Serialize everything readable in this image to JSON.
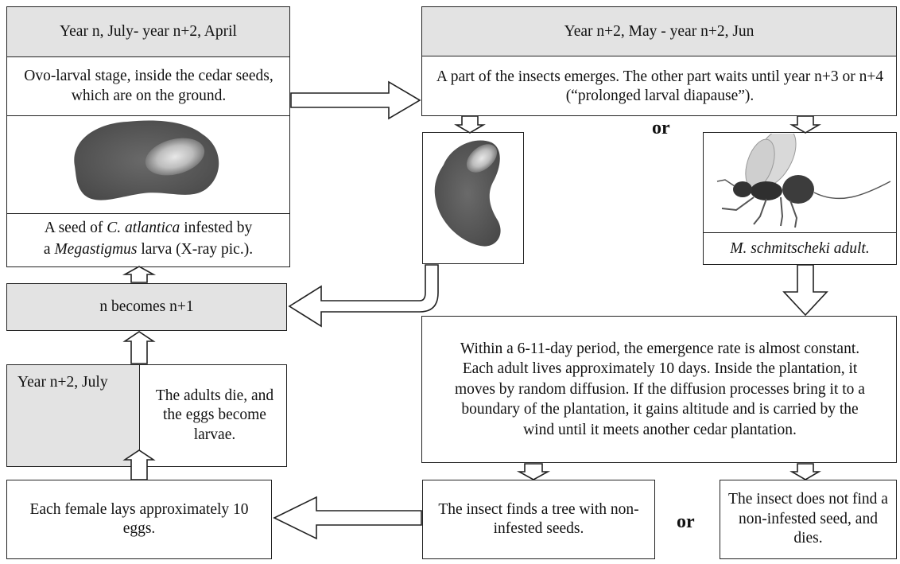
{
  "left_column": {
    "period_header": "Year n, July- year n+2, April",
    "ovo_larval_text": "Ovo-larval stage, inside the cedar seeds, which are on the ground.",
    "seed_caption": {
      "line1_pre": "A seed of ",
      "line1_species": "C. atlantica",
      "line1_post": " infested by",
      "line2_pre": "a ",
      "line2_genus": "Megastigmus",
      "line2_post": " larva (X-ray pic.)."
    },
    "n_becomes": "n becomes n+1",
    "year_july_label": "Year n+2, July",
    "adults_die_text": "The adults die, and the eggs become larvae.",
    "female_lays_text": "Each female lays approximately 10 eggs."
  },
  "right_column": {
    "period_header": "Year n+2, May - year n+2, Jun",
    "emergence_text": "A part of the insects emerges. The other part waits until year n+3 or n+4  (“prolonged larval diapause”).",
    "adult_caption": "M. schmitscheki adult.",
    "dispersal_text": "Within a 6-11-day period, the emergence rate is almost constant. Each adult lives approximately 10 days. Inside the plantation, it moves by random diffusion. If the diffusion processes bring it to a boundary of the plantation, it gains altitude and is carried by the wind until it meets another cedar plantation.",
    "finds_tree_text": "The insect finds a tree with non-infested seeds.",
    "not_find_text": "The insect does not find a non-infested seed, and dies."
  },
  "or_labels": [
    "or",
    "or"
  ]
}
